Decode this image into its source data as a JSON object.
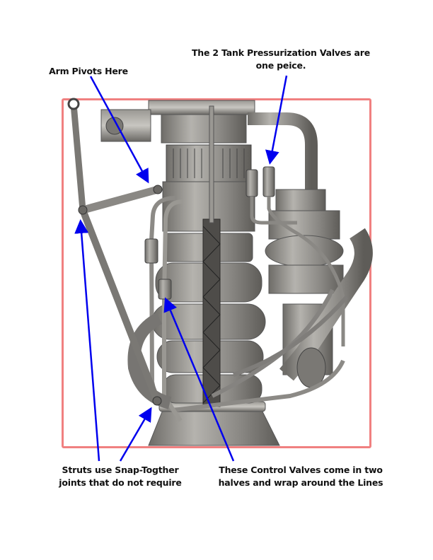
{
  "annotations": {
    "pressurization_valves": {
      "line1": "The 2 Tank Pressurization Valves are",
      "line2": "one peice."
    },
    "arm_pivots": {
      "text": "Arm Pivots Here"
    },
    "struts": {
      "line1": "Struts use Snap-Togther",
      "line2": "joints that do not require"
    },
    "control_valves": {
      "line1": "These Control Valves come in two",
      "line2": "halves and wrap around the Lines"
    }
  },
  "colors": {
    "frame": "#f08080",
    "arrow": "#0000ee",
    "metal": "#8c8a86",
    "metal_dark": "#5a5855",
    "text": "#111111"
  }
}
